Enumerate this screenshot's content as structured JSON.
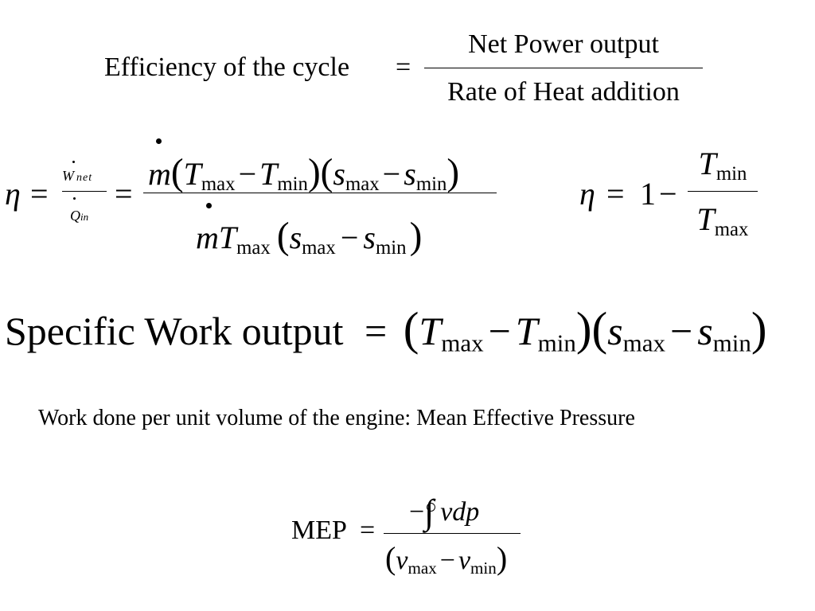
{
  "efficiency": {
    "lhs": "Efficiency  of the cycle",
    "equals": "=",
    "numerator": "Net Power output",
    "denominator": "Rate of Heat addition"
  },
  "eta_row": {
    "eta": "η",
    "equals": "=",
    "W": "W",
    "net": "net",
    "Q": "Q",
    "in": "in",
    "m": "m",
    "T": "T",
    "s": "s",
    "max": "max",
    "min": "min",
    "minus": "−",
    "lparen": "(",
    "rparen": ")",
    "mid_paren": ")(",
    "one": "1"
  },
  "specific_work": {
    "lhs": "Specific  Work output",
    "equals": "="
  },
  "mep_caption": "Work done per unit volume of the engine: Mean Effective Pressure",
  "mep": {
    "lhs": "MEP",
    "equals": "=",
    "minus": "−",
    "integral": "∫",
    "vdp": "vdp",
    "v": "v",
    "max": "max",
    "min": "min"
  }
}
